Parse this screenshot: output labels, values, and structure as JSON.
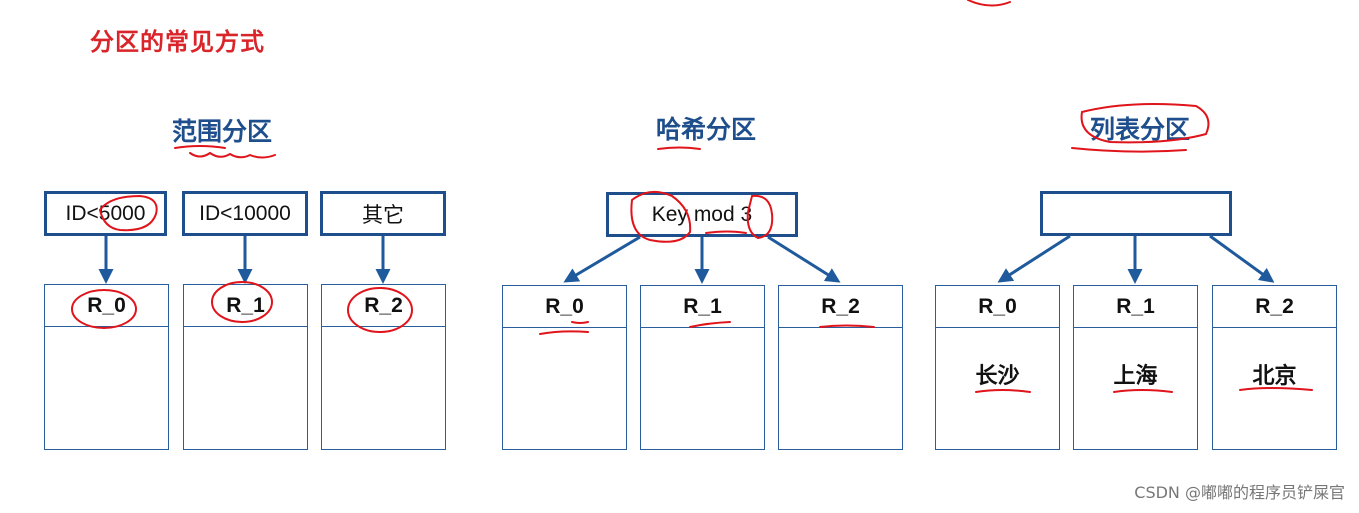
{
  "page_title": "分区的常见方式",
  "sections": {
    "range": {
      "title": "范围分区",
      "conditions": [
        "ID<5000",
        "ID<10000",
        "其它"
      ],
      "partitions": [
        "R_0",
        "R_1",
        "R_2"
      ]
    },
    "hash": {
      "title": "哈希分区",
      "expression": "Key mod 3",
      "partitions": [
        "R_0",
        "R_1",
        "R_2"
      ]
    },
    "list": {
      "title": "列表分区",
      "expression": "",
      "partitions": [
        "R_0",
        "R_1",
        "R_2"
      ],
      "values": [
        "长沙",
        "上海",
        "北京"
      ]
    }
  },
  "watermark": "CSDN @嘟嘟的程序员铲屎官",
  "colors": {
    "title_red": "#d9252a",
    "heading_blue": "#1f4e8c",
    "box_border": "#2a5f9e",
    "arrow": "#1f5a9c",
    "annotation_red": "#e0141b"
  }
}
